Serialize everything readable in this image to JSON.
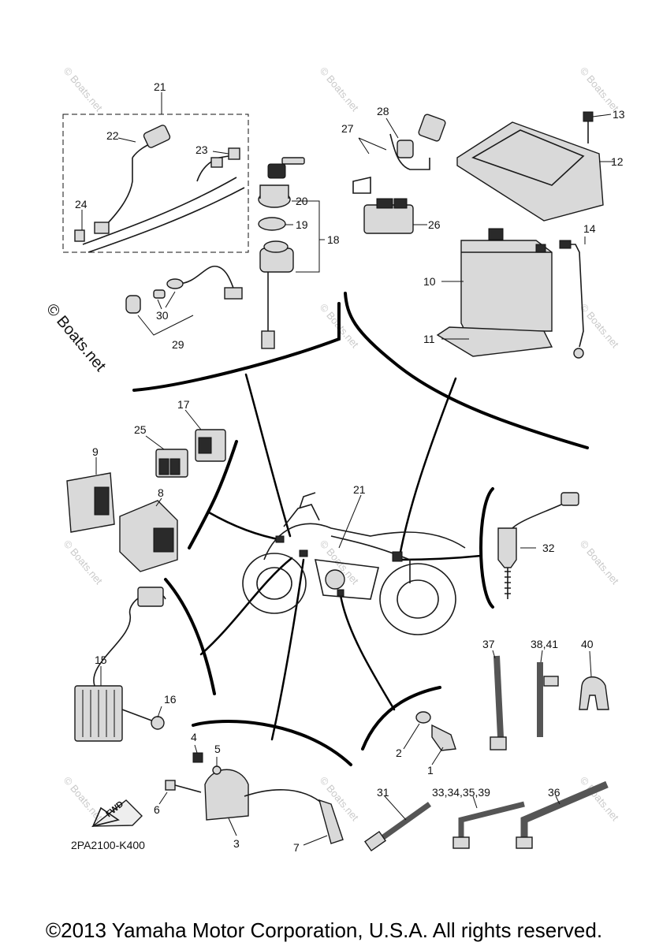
{
  "diagram": {
    "code": "2PA2100-K400",
    "fwd_label": "FWD",
    "watermark_main": "© Boats.net",
    "watermark_small": "© Boats.net",
    "labels": {
      "p1": "1",
      "p2": "2",
      "p3": "3",
      "p4": "4",
      "p5": "5",
      "p6": "6",
      "p7": "7",
      "p8": "8",
      "p9": "9",
      "p10": "10",
      "p11": "11",
      "p12": "12",
      "p13": "13",
      "p14": "14",
      "p15": "15",
      "p16": "16",
      "p17": "17",
      "p18": "18",
      "p19": "19",
      "p20": "20",
      "p21a": "21",
      "p21b": "21",
      "p22": "22",
      "p23": "23",
      "p24": "24",
      "p25": "25",
      "p26": "26",
      "p27": "27",
      "p28": "28",
      "p29": "29",
      "p30": "30",
      "p31": "31",
      "p32": "32",
      "p33": "33,34,35,39",
      "p36": "36",
      "p37": "37",
      "p38": "38,41",
      "p40": "40"
    }
  },
  "footer": {
    "copyright": "©2013 Yamaha Motor Corporation, U.S.A. All rights reserved."
  }
}
